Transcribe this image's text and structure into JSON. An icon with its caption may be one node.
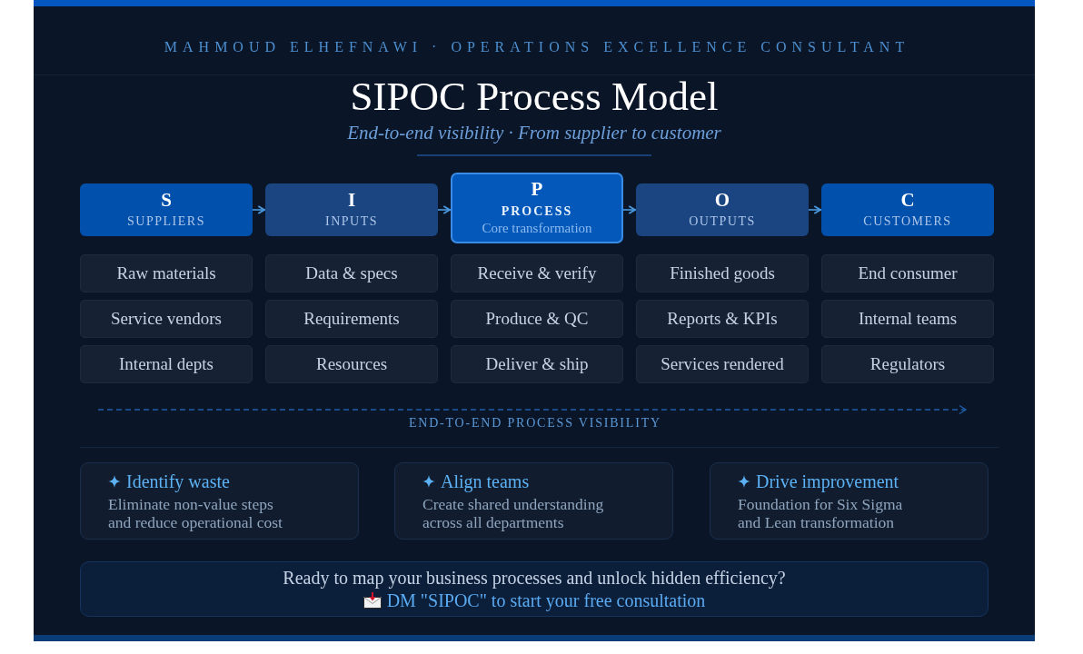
{
  "diagram": {
    "title": "SIPOC Process Model",
    "nodes": [
      {
        "text": [
          "S",
          "SUPPLIERS"
        ]
      },
      {
        "text": [
          "I",
          "INPUTS"
        ]
      },
      {
        "text": [
          "P",
          "PROCESS",
          "Core transformation"
        ]
      },
      {
        "text": [
          "O",
          "OUTPUTS"
        ]
      },
      {
        "text": [
          "C",
          "CUSTOMERS"
        ]
      },
      {
        "text": [
          "Raw materials"
        ]
      },
      {
        "text": [
          "Data & specs"
        ]
      },
      {
        "text": [
          "Receive & verify"
        ]
      },
      {
        "text": [
          "Finished goods"
        ]
      },
      {
        "text": [
          "End consumer"
        ]
      },
      {
        "text": [
          "Service vendors"
        ]
      },
      {
        "text": [
          "Requirements"
        ]
      },
      {
        "text": [
          "Produce & QC"
        ]
      },
      {
        "text": [
          "Reports & KPIs"
        ]
      },
      {
        "text": [
          "Internal teams"
        ]
      },
      {
        "text": [
          "Internal depts"
        ]
      },
      {
        "text": [
          "Resources"
        ]
      },
      {
        "text": [
          "Deliver & ship"
        ]
      },
      {
        "text": [
          "Services rendered"
        ]
      },
      {
        "text": [
          "Regulators"
        ]
      },
      {
        "text": [
          "Identify waste",
          "Eliminate non-value steps and reduce operational cost"
        ]
      },
      {
        "text": [
          "Align teams",
          "Create shared understanding across all departments"
        ]
      },
      {
        "text": [
          "Drive improvement",
          "Foundation for Six Sigma and Lean transformation"
        ]
      },
      {
        "text": [
          "Ready to map your business processes and unlock hidden efficiency?",
          "DM \"SIPOC\" to start your free consultation"
        ]
      }
    ],
    "edges": [
      {
        "from": 0,
        "to": 1,
        "arrow": "to"
      },
      {
        "from": 1,
        "to": 2,
        "arrow": "to"
      },
      {
        "from": 2,
        "to": 3,
        "arrow": "to"
      },
      {
        "from": 3,
        "to": 4,
        "arrow": "to"
      }
    ],
    "labels": [
      "MAHMOUD ELHEFNAWI · OPERATIONS EXCELLENCE CONSULTANT",
      "End-to-end visibility · From supplier to customer",
      "END-TO-END PROCESS VISIBILITY"
    ]
  }
}
